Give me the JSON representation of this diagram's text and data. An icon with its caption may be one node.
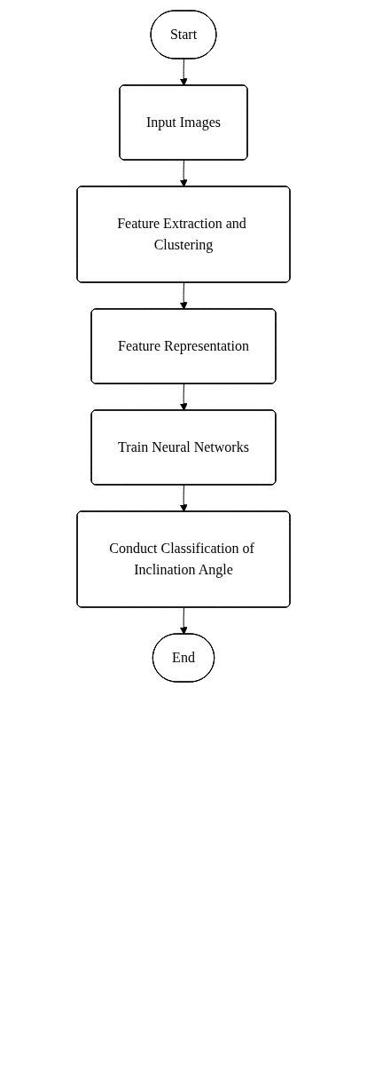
{
  "diagram": {
    "nodes": [
      {
        "text": [
          "Start"
        ]
      },
      {
        "text": [
          "Input Images"
        ]
      },
      {
        "text": [
          "Feature Extraction and Clustering"
        ]
      },
      {
        "text": [
          "Feature Representation"
        ]
      },
      {
        "text": [
          "Train Neural Networks"
        ]
      },
      {
        "text": [
          "Conduct Classification of Inclination Angle"
        ]
      },
      {
        "text": [
          "End"
        ]
      }
    ],
    "edges": [
      {
        "from": 0,
        "to": 1,
        "arrow": "to"
      },
      {
        "from": 1,
        "to": 2,
        "arrow": "to"
      },
      {
        "from": 2,
        "to": 3,
        "arrow": "to"
      },
      {
        "from": 3,
        "to": 4,
        "arrow": "to"
      },
      {
        "from": 4,
        "to": 5,
        "arrow": "to"
      },
      {
        "from": 5,
        "to": 6,
        "arrow": "to"
      }
    ]
  }
}
